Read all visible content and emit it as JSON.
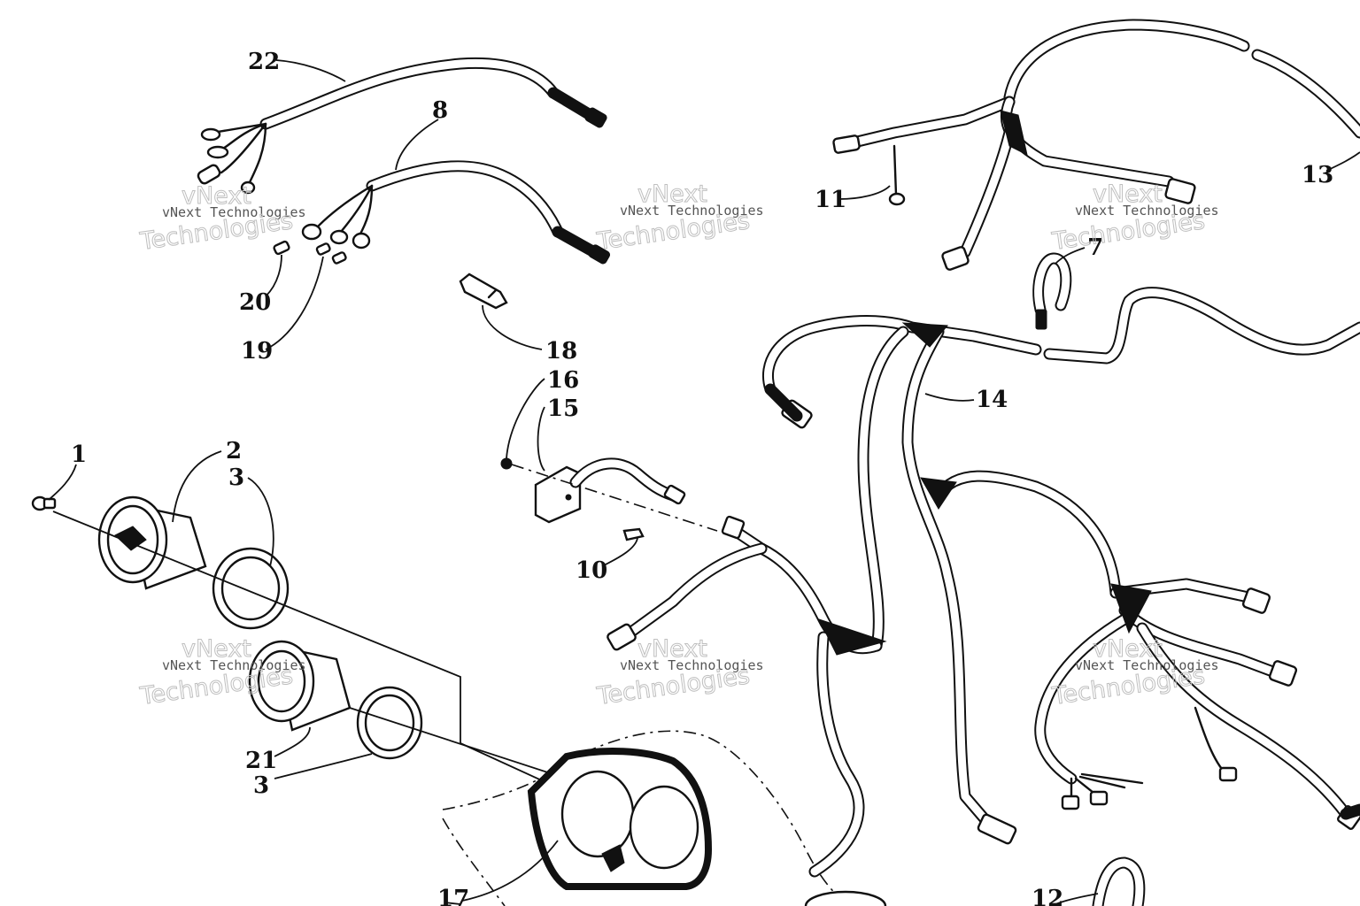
{
  "callouts": {
    "c1": "1",
    "c2": "2",
    "c3a": "3",
    "c3b": "3",
    "c7": "7",
    "c8": "8",
    "c10": "10",
    "c11": "11",
    "c13": "13",
    "c14": "14",
    "c15": "15",
    "c16": "16",
    "c17": "17",
    "c18": "18",
    "c19": "19",
    "c20": "20",
    "c21": "21",
    "c22": "22",
    "c12": "12"
  },
  "watermark": {
    "line1": "vNext Technologies",
    "line2a": "vNext",
    "line2b": "Technologies"
  },
  "colors": {
    "ink": "#111111",
    "paper": "#ffffff",
    "watermark": "#bfbfbf"
  }
}
